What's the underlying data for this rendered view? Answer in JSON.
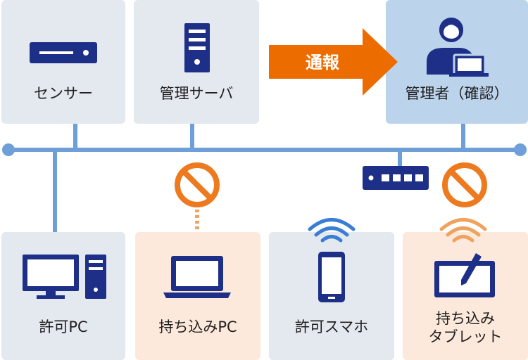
{
  "nodes": {
    "sensor": "センサー",
    "server": "管理サーバ",
    "admin": "管理者（確認）",
    "pc_allowed": "許可PC",
    "pc_brought": "持ち込みPC",
    "phone_allowed": "許可スマホ",
    "tablet_brought": "持ち込み\nタブレット"
  },
  "arrow": {
    "label": "通報"
  },
  "colors": {
    "network_line": "#6e9fd8",
    "icon_navy": "#1d2f86",
    "arrow_orange": "#ec6c00",
    "prohibit_orange": "#ee7a1f",
    "wifi_blue": "#3a7dd6",
    "wifi_orange": "#f0a25f",
    "box_gray": "#e4e8ef",
    "box_blue": "#bcd3ec",
    "box_peach": "#fce9dc"
  }
}
